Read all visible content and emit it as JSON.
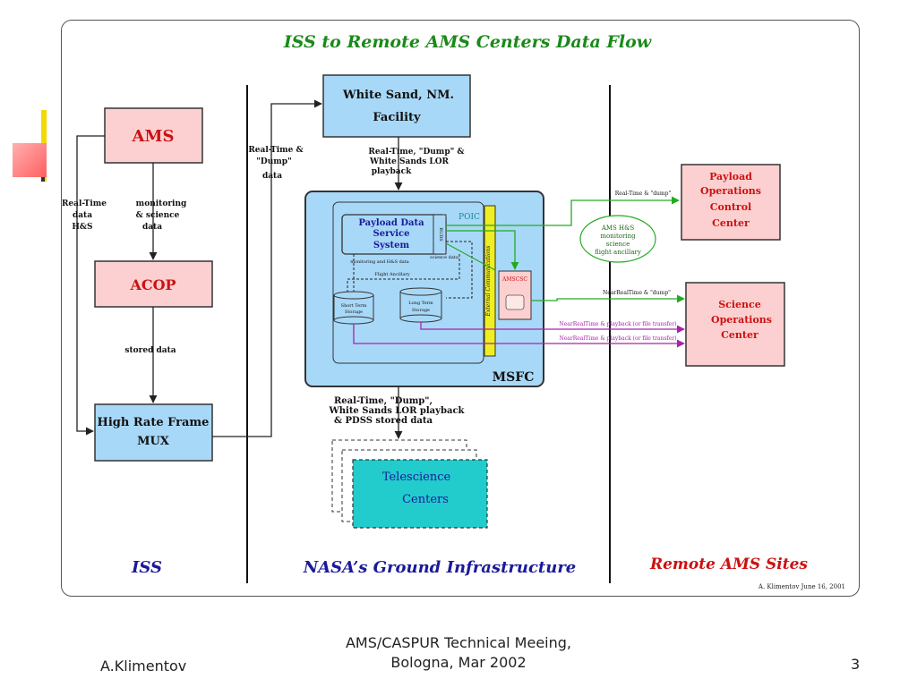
{
  "diagram": {
    "title": "ISS to Remote AMS Centers Data Flow",
    "sections": {
      "iss": "ISS",
      "ground": "NASA’s Ground Infrastructure",
      "remote": "Remote AMS Sites"
    },
    "nodes": {
      "ams": "AMS",
      "acop": "ACOP",
      "hrfm_line1": "High Rate Frame",
      "hrfm_line2": "MUX",
      "white_sands_line1": "White Sand, NM.",
      "white_sands_line2": "Facility",
      "pdss_line1": "Payload Data",
      "pdss_line2": "Service",
      "pdss_line3": "System",
      "ruds": "RUDS",
      "poic": "POIC",
      "external_comm": "External Communications",
      "amscsc": "AMSCSC",
      "short_term_line1": "Short Term",
      "short_term_line2": "Storage",
      "long_term_line1": "Long Term",
      "long_term_line2": "Storage",
      "msfc": "MSFC",
      "telescience_line1": "Telescience",
      "telescience_line2": "Centers",
      "poc_line1": "Payload",
      "poc_line2": "Operations",
      "poc_line3": "Control",
      "poc_line4": "Center",
      "soc_line1": "Science",
      "soc_line2": "Operations",
      "soc_line3": "Center",
      "ams_hs_line1": "AMS H&S",
      "ams_hs_line2": "monitoring",
      "ams_hs_line3": "science",
      "ams_hs_line4": "flight ancillary"
    },
    "labels": {
      "realtime_line1": "Real-Time",
      "realtime_line2": "data",
      "realtime_line3": "H&S",
      "monitoring_line1": "monitoring",
      "monitoring_line2": "& science",
      "monitoring_line3": "data",
      "stored_data": "stored data",
      "rt_dump_line1": "Real-Time &",
      "rt_dump_line2": "\"Dump\"",
      "rt_dump_line3": "data",
      "ws_out_line1": "Real-Time, \"Dump\" &",
      "ws_out_line2": "White Sands LOR",
      "ws_out_line3": "playback",
      "monitoring_hs": "monitoring and H&S data",
      "science_data": "science data",
      "flight_ancillary": "Flight Ancillary",
      "poc_link": "Real-Time & \"dump\"",
      "soc_link": "NearRealTime & \"dump\"",
      "playback1": "NearRealTime & playback (or file transfer)",
      "playback2": "NearRealTime & playback (or file transfer)",
      "msfc_out_line1": "Real-Time, \"Dump\",",
      "msfc_out_line2": "White Sands LOR playback",
      "msfc_out_line3": "& PDSS stored data",
      "credit": "A. Klimentov June 16, 2001"
    }
  },
  "footer": {
    "author": "A.Klimentov",
    "center_line1": "AMS/CASPUR Technical Meeing,",
    "center_line2": "Bologna, Mar 2002",
    "page": "3"
  },
  "colors": {
    "title_green": "#1a8a1a",
    "section_blue": "#1a1a9a",
    "section_red": "#cc1111",
    "pink_box": "#fcd0d0",
    "blue_box": "#a8d8f8",
    "cyan_box": "#22cccc",
    "yellow_bar": "#eeee22",
    "green_line": "#22aa22",
    "purple_line": "#aa22aa"
  }
}
